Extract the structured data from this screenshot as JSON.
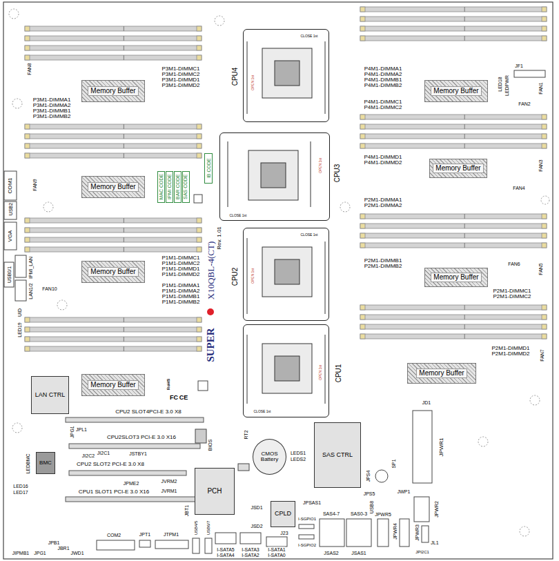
{
  "diagram": {
    "nodes": [
      {
        "text": [
          "Memory Buffer"
        ]
      },
      {
        "text": [
          "Memory Buffer"
        ]
      },
      {
        "text": [
          "Memory Buffer"
        ]
      },
      {
        "text": [
          "Memory Buffer"
        ]
      },
      {
        "text": [
          "Memory Buffer"
        ]
      },
      {
        "text": [
          "Memory Buffer"
        ]
      },
      {
        "text": [
          "Memory Buffer"
        ]
      },
      {
        "text": [
          "Memory Buffer"
        ]
      },
      {
        "text": [
          "CPU4"
        ]
      },
      {
        "text": [
          "CPU3"
        ]
      },
      {
        "text": [
          "CPU2"
        ]
      },
      {
        "text": [
          "CPU1"
        ]
      },
      {
        "text": [
          "LAN CTRL"
        ]
      },
      {
        "text": [
          "BMC"
        ]
      },
      {
        "text": [
          "PCH"
        ]
      },
      {
        "text": [
          "CPLD"
        ]
      },
      {
        "text": [
          "SAS CTRL"
        ]
      },
      {
        "text": [
          "CMOS Battery"
        ]
      },
      {
        "text": [
          "MAC CODE"
        ]
      },
      {
        "text": [
          "IPMI CODE"
        ]
      },
      {
        "text": [
          "BAR CODE"
        ]
      },
      {
        "text": [
          "SAS CODE"
        ]
      },
      {
        "text": [
          "IB CODE"
        ]
      }
    ],
    "labels": [
      "FAN8",
      "P3M1-DIMMC1",
      "P3M1-DIMMC2",
      "P3M1-DIMMD1",
      "P3M1-DIMMD2",
      "P3M1-DIMMA1",
      "P3M1-DIMMA2",
      "P3M1-DIMMB1",
      "P3M1-DIMMB2",
      "COM1",
      "FAN9",
      "USB2",
      "VGA",
      "USB0/1",
      "IPMI_LAN",
      "LAN1/2",
      "FAN10",
      "P1M1-DIMMC1",
      "P1M1-DIMMC2",
      "P1M1-DIMMD1",
      "P1M1-DIMMD2",
      "P1M1-DIMMA1",
      "P1M1-DIMMA2",
      "P1M1-DIMMB1",
      "P1M1-DIMMB2",
      "UID",
      "LED19",
      "P4M1-DIMMA1",
      "P4M1-DIMMA2",
      "P4M1-DIMMB1",
      "P4M1-DIMMB2",
      "LED18",
      "LEDPWR",
      "JF1",
      "FAN1",
      "FAN2",
      "P4M1-DIMMC1",
      "P4M1-DIMMC2",
      "P4M1-DIMMD1",
      "P4M1-DIMMD2",
      "FAN3",
      "FAN4",
      "P2M1-DIMMA1",
      "P2M1-DIMMA2",
      "P2M1-DIMMB1",
      "P2M1-DIMMB2",
      "FAN6",
      "FAN5",
      "P2M1-DIMMC1",
      "P2M1-DIMMC2",
      "P2M1-DIMMD1",
      "P2M1-DIMMD2",
      "FAN7",
      "SUPER",
      "X10QBL-4(CT)",
      "Rev. 1.01",
      "CLOSE 1st",
      "OPEN 1st",
      "CLOSE 1st",
      "OPEN 1st",
      "CLOSE 1st",
      "OPEN 1st",
      "CLOSE 1st",
      "OPEN 1st",
      "RoHS",
      "FC",
      "CE",
      "CPU2 SLOT4PCI-E 3.0 X8",
      "JPG1",
      "JPL1",
      "CPU2SLOT3 PCI-E 3.0 X16",
      "JI2C2",
      "JI2C1",
      "JSTBY1",
      "CPU2 SLOT2 PCI-E 3.0 X8",
      "JPME2",
      "JVRM2",
      "JVRM1",
      "CPU1 SLOT1 PCI-E 3.0 X16",
      "LEDBMC",
      "LED16",
      "LED17",
      "JIPMB1",
      "JPG1",
      "JPB1",
      "JBR1",
      "JWD1",
      "COM2",
      "JPT1",
      "JTPM1",
      "USB4/5",
      "USB6/7",
      "JBT1",
      "BIOS",
      "RT2",
      "LEDS1",
      "LEDS2",
      "JSD1",
      "JSD2",
      "J23",
      "JPSAS1",
      "I-SATA5",
      "I-SATA4",
      "I-SATA3",
      "I-SATA2",
      "I-SATA1",
      "I-SATA0",
      "I-SGPIO1",
      "I-SGPIO2",
      "SAS4-7",
      "SAS0-3",
      "JSAS2",
      "JSAS1",
      "JPS4",
      "JPS5",
      "SP1",
      "USB8",
      "JWP1",
      "JD1",
      "JPWR1",
      "JPWR2",
      "JPWR5",
      "JPWR4",
      "JPWR3",
      "JPI2C1",
      "JL1"
    ]
  }
}
